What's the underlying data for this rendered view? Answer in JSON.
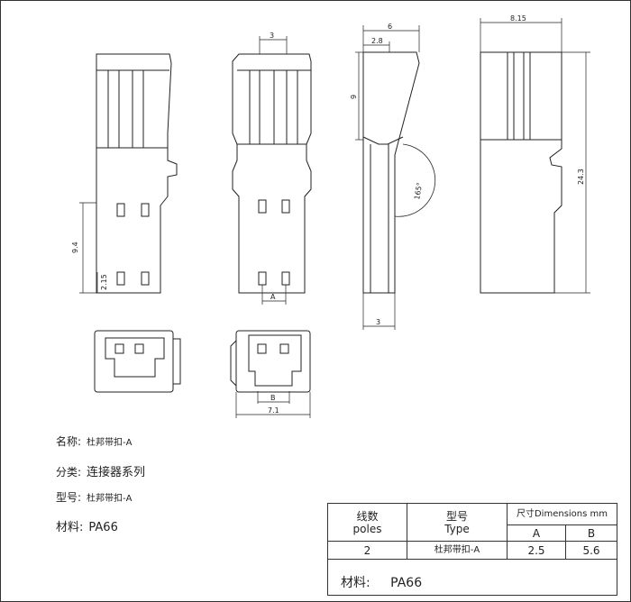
{
  "dimensions": {
    "top_width_1": "3",
    "top_width_2": "6",
    "top_width_3": "2.8",
    "top_width_4": "8.15",
    "height_9": "9",
    "height_24_3": "24.3",
    "height_9_4": "9.4",
    "height_2_15": "2.15",
    "angle": "165°",
    "bottom_a": "A",
    "bottom_3": "3",
    "front_b": "B",
    "front_7_1": "7.1"
  },
  "labels": {
    "name_key": "名称:",
    "name_val": "杜邦带扣-A",
    "category_key": "分类:",
    "category_val": "连接器系列",
    "model_key": "型号:",
    "model_val": "杜邦带扣-A",
    "material_key": "材料:",
    "material_val": "PA66"
  },
  "table": {
    "h_lines_cn": "线数",
    "h_lines_en": "poles",
    "h_type_cn": "型号",
    "h_type_en": "Type",
    "h_dims": "尺寸Dimensions mm",
    "h_a": "A",
    "h_b": "B",
    "r_poles": "2",
    "r_type": "杜邦带扣-A",
    "r_a": "2.5",
    "r_b": "5.6",
    "material_key": "材料:",
    "material_val": "PA66"
  }
}
